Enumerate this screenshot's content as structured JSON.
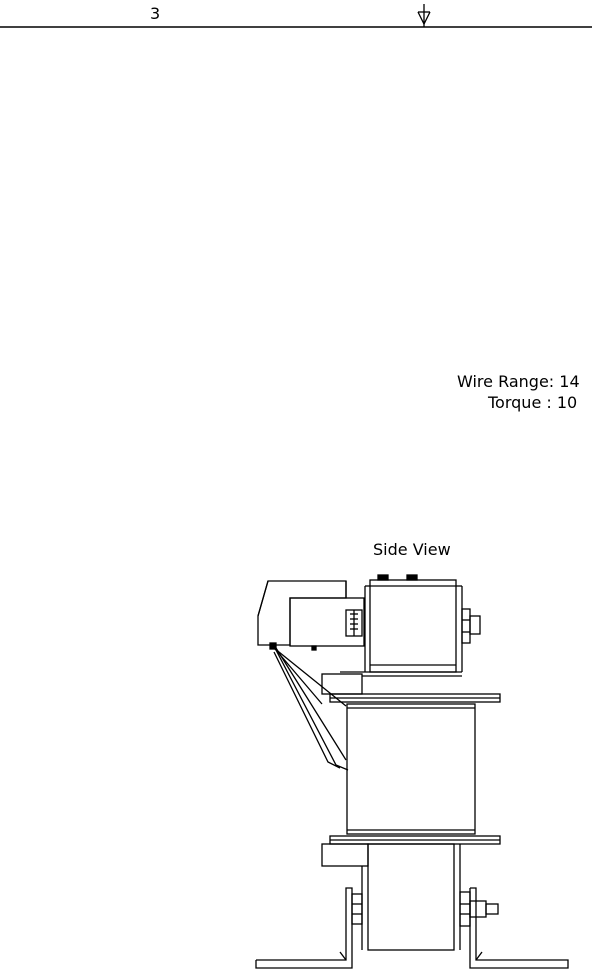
{
  "header": {
    "number": "3"
  },
  "notes": {
    "wire_range": "Wire Range: 14",
    "torque": "Torque : 10"
  },
  "view": {
    "title": "Side View"
  }
}
